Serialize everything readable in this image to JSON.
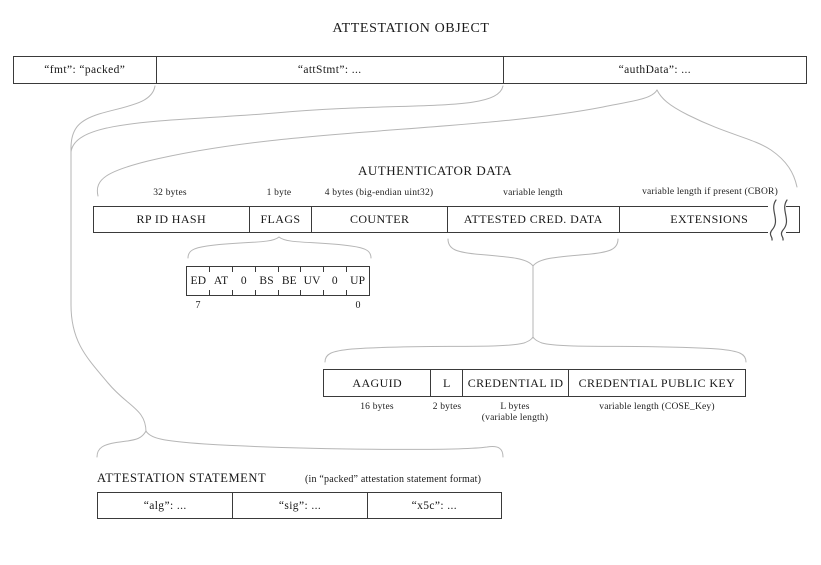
{
  "title": "ATTESTATION OBJECT",
  "colors": {
    "background": "#ffffff",
    "box_border": "#3a3a3a",
    "connector_curve": "#b6b6b6",
    "text": "#1a1a1a"
  },
  "attestation_object": {
    "cells": [
      {
        "label": "“fmt”: “packed”"
      },
      {
        "label": "“attStmt”: ..."
      },
      {
        "label": "“authData”: ..."
      }
    ]
  },
  "authenticator_data": {
    "title": "AUTHENTICATOR DATA",
    "fields": [
      {
        "label": "RP ID HASH",
        "size": "32 bytes"
      },
      {
        "label": "FLAGS",
        "size": "1 byte"
      },
      {
        "label": "COUNTER",
        "size": "4 bytes (big-endian uint32)"
      },
      {
        "label": "ATTESTED CRED. DATA",
        "size": "variable length"
      },
      {
        "label": "EXTENSIONS",
        "size": "variable length if present (CBOR)"
      }
    ]
  },
  "flags_bits": {
    "bits": [
      "ED",
      "AT",
      "0",
      "BS",
      "BE",
      "UV",
      "0",
      "UP"
    ],
    "msb_label": "7",
    "lsb_label": "0"
  },
  "attested_cred_data": {
    "fields": [
      {
        "label": "AAGUID",
        "size": "16 bytes",
        "size2": ""
      },
      {
        "label": "L",
        "size": "2 bytes",
        "size2": ""
      },
      {
        "label": "CREDENTIAL ID",
        "size": "L bytes",
        "size2": "(variable length)"
      },
      {
        "label": "CREDENTIAL PUBLIC KEY",
        "size": "variable length (COSE_Key)",
        "size2": ""
      }
    ]
  },
  "attestation_statement": {
    "title": "ATTESTATION STATEMENT",
    "note": "(in “packed” attestation statement format)",
    "cells": [
      {
        "label": "“alg”: ..."
      },
      {
        "label": "“sig”: ..."
      },
      {
        "label": "“x5c”: ..."
      }
    ]
  }
}
